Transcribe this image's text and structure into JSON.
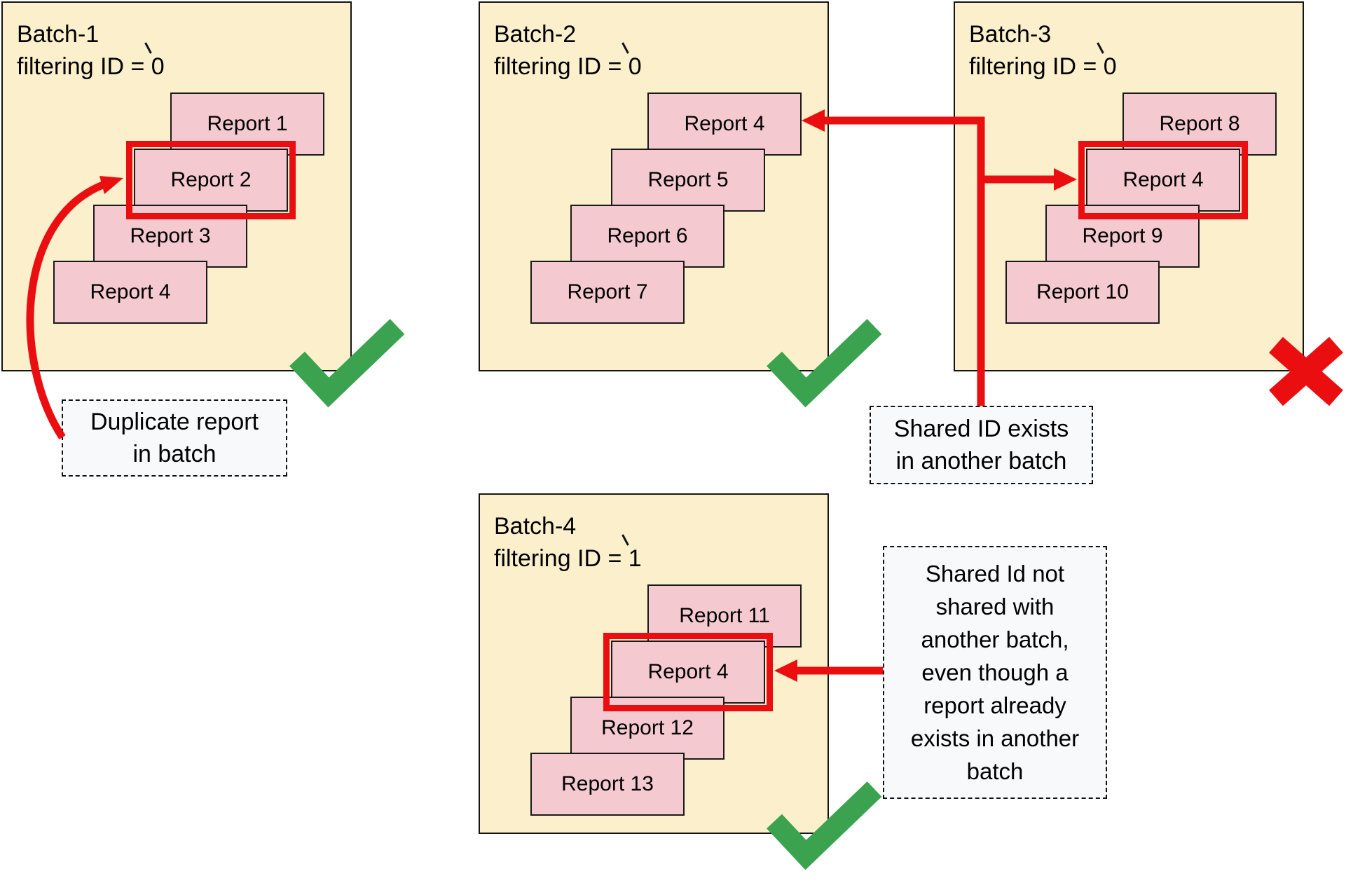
{
  "diagram": {
    "batches": [
      {
        "name": "batch-1",
        "title_line1": "Batch-1",
        "title_line2": "filtering ID = 0",
        "status": "check",
        "reports": [
          {
            "label": "Report 1",
            "highlighted": false
          },
          {
            "label": "Report 2",
            "highlighted": true
          },
          {
            "label": "Report 3",
            "highlighted": false
          },
          {
            "label": "Report 4",
            "highlighted": false
          }
        ]
      },
      {
        "name": "batch-2",
        "title_line1": "Batch-2",
        "title_line2": "filtering ID = 0",
        "status": "check",
        "reports": [
          {
            "label": "Report 4",
            "highlighted": false
          },
          {
            "label": "Report 5",
            "highlighted": false
          },
          {
            "label": "Report 6",
            "highlighted": false
          },
          {
            "label": "Report 7",
            "highlighted": false
          }
        ]
      },
      {
        "name": "batch-3",
        "title_line1": "Batch-3",
        "title_line2": "filtering ID = 0",
        "status": "cross",
        "reports": [
          {
            "label": "Report 8",
            "highlighted": false
          },
          {
            "label": "Report 4",
            "highlighted": true
          },
          {
            "label": "Report 9",
            "highlighted": false
          },
          {
            "label": "Report 10",
            "highlighted": false
          }
        ]
      },
      {
        "name": "batch-4",
        "title_line1": "Batch-4",
        "title_line2": "filtering ID = 1",
        "status": "check",
        "reports": [
          {
            "label": "Report 11",
            "highlighted": false
          },
          {
            "label": "Report 4",
            "highlighted": true
          },
          {
            "label": "Report 12",
            "highlighted": false
          },
          {
            "label": "Report 13",
            "highlighted": false
          }
        ]
      }
    ],
    "annotations": [
      {
        "name": "duplicate-note",
        "lines": [
          "Duplicate report",
          "in batch"
        ]
      },
      {
        "name": "shared-id-note",
        "lines": [
          "Shared ID exists",
          "in another batch"
        ]
      },
      {
        "name": "not-shared-note",
        "lines": [
          "Shared Id not",
          "shared with",
          "another batch,",
          "even though a",
          "report already",
          "exists in another",
          "batch"
        ]
      }
    ],
    "colors": {
      "batch_fill": "#FCEFCC",
      "report_fill": "#F4C9D0",
      "arrow_red": "#EB0E11",
      "check_green": "#3BA34F",
      "note_fill": "#F8F9FB"
    }
  }
}
